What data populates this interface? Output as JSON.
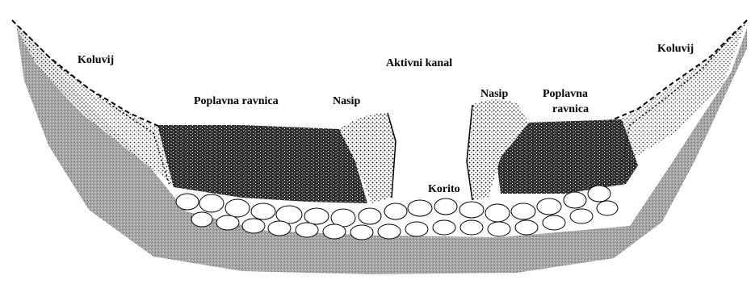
{
  "labels": {
    "koluvij_left": "Koluvij",
    "koluvij_right": "Koluvij",
    "aktivni_kanal": "Aktivni kanal",
    "poplavna_left": "Poplavna ravnica",
    "poplavna_right_line1": "Poplavna",
    "poplavna_right_line2": "ravnica",
    "nasip_left": "Nasip",
    "nasip_right": "Nasip",
    "korito": "Korito"
  },
  "colors": {
    "bedrock": "#9a9a9a",
    "sediment": "#3a3a3a",
    "gravel": "#ffffff",
    "levee": "#d8d8d8",
    "outline": "#000000"
  }
}
